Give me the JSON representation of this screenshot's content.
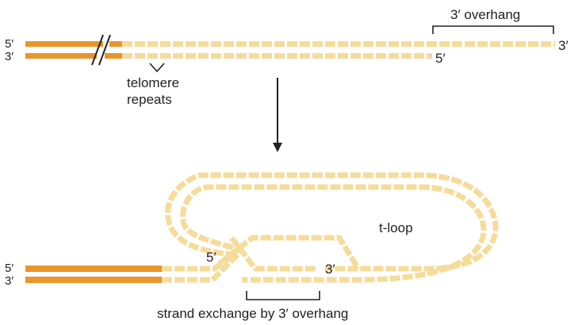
{
  "colors": {
    "chromosome": "#e8952c",
    "repeat_fill": "#f5dc9a",
    "repeat_edge": "#e3b661",
    "ink": "#222222"
  },
  "top": {
    "left_five_prime": "5′",
    "left_three_prime": "3′",
    "overhang_label": "3′ overhang",
    "overhang_end": "3′",
    "bottom_strand_end": "5′",
    "repeats_label_line1": "telomere",
    "repeats_label_line2": "repeats"
  },
  "bottom": {
    "left_five_prime": "5′",
    "left_three_prime": "3′",
    "invading_five_prime": "5′",
    "invading_three_prime": "3′",
    "loop_label": "t-loop",
    "exchange_label": "strand exchange by 3′ overhang"
  }
}
